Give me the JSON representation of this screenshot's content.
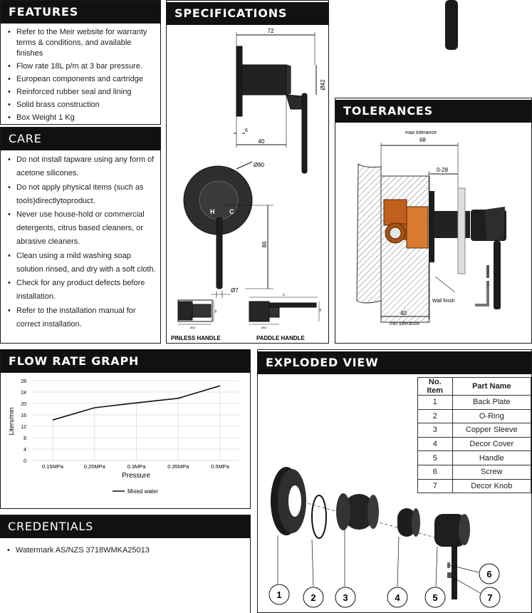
{
  "features": {
    "title": "FEATURES",
    "items": [
      "Refer to the Meir website for warranty terms & conditions, and available finishes",
      "Flow rate 18L p/m at 3 bar pressure.",
      "European components and cartridge",
      "Reinforced rubber seal and lining",
      "Solid brass construction",
      "Box Weight 1 Kg"
    ]
  },
  "care": {
    "title": "CARE",
    "items": [
      "Do not install tapware using any form of acetone silicones.",
      "Do not apply physical items (such as tools)directlytoproduct.",
      "Never use house-hold or commercial detergents, citrus based cleaners, or abrasive cleaners.",
      "Clean using a mild washing soap solution rinsed, and dry with a soft cloth.",
      "Check for any product defects before installation.",
      "Refer to the installation manual for correct installation."
    ]
  },
  "specifications": {
    "title": "SPECIFICATIONS",
    "dims": {
      "d72": "72",
      "d42": "Ø42",
      "d6": "6",
      "d40": "40",
      "d80": "Ø80",
      "d86": "86",
      "d7": "Ø7",
      "hot": "H",
      "cold": "C",
      "pinless_w": "Ø42",
      "paddle_w": "Ø42",
      "paddle_len": "72",
      "pinless_h": "38",
      "paddle_h": "38"
    },
    "pinless_label": "PINLESS HANDLE",
    "paddle_label": "PADDLE  HANDLE"
  },
  "tolerances": {
    "title": "TOLERANCES",
    "max_label": "max tolerance",
    "max_value": "68",
    "range": "0-28",
    "wall_finish": "Wall finish",
    "min_value": "40",
    "min_label": "min tolerance"
  },
  "flow_graph": {
    "title": "FLOW RATE GRAPH"
  },
  "chart_data": {
    "type": "line",
    "categories": [
      "0.15MPa",
      "0.25MPa",
      "0.3MPa",
      "0.35MPa",
      "0.5MPa"
    ],
    "series": [
      {
        "name": "Mixed water",
        "values": [
          14.2,
          18.5,
          20.2,
          21.8,
          26.2
        ],
        "color": "#111111"
      }
    ],
    "title": "",
    "xlabel": "Pressure",
    "ylabel": "Liters/min",
    "ylim": [
      0,
      28
    ],
    "yticks": [
      "0",
      "4",
      "8",
      "12",
      "16",
      "20",
      "24",
      "28"
    ],
    "grid": true,
    "legend": "bottom"
  },
  "credentials": {
    "title": "CREDENTIALS",
    "items": [
      "Watermark AS/NZS 3718WMKA25013"
    ]
  },
  "exploded": {
    "title": "EXPLODED VIEW",
    "table_headers": [
      "No. Item",
      "Part Name"
    ],
    "parts": [
      {
        "no": "1",
        "name": "Back Plate"
      },
      {
        "no": "2",
        "name": "O-Ring"
      },
      {
        "no": "3",
        "name": "Copper Sleeve"
      },
      {
        "no": "4",
        "name": "Decor Cover"
      },
      {
        "no": "5",
        "name": "Handle"
      },
      {
        "no": "6",
        "name": "Screw"
      },
      {
        "no": "7",
        "name": "Decor Knob"
      }
    ],
    "callouts": [
      "1",
      "2",
      "3",
      "4",
      "5",
      "6",
      "7"
    ]
  }
}
